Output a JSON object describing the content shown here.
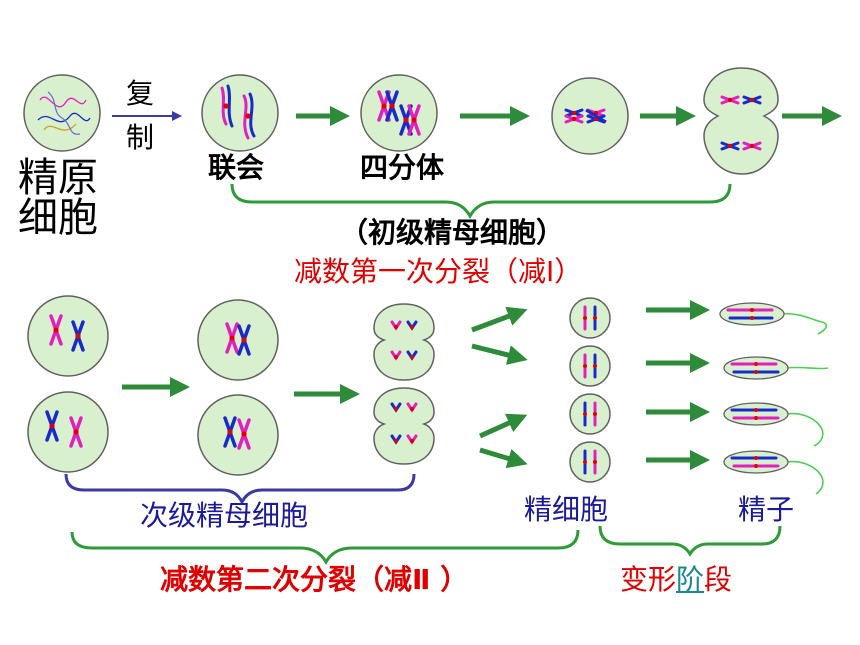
{
  "labels": {
    "replicate_top": "复",
    "replicate_bottom": "制",
    "spermatogonium_1": "精原",
    "spermatogonium_2": "细胞",
    "synapsis": "联会",
    "tetrad": "四分体",
    "primary_spermatocyte": "（初级精母细胞）",
    "meiosis1": "减数第一次分裂（减Ⅰ）",
    "secondary_spermatocyte": "次级精母细胞",
    "spermatid": "精细胞",
    "sperm": "精子",
    "meiosis2": "减数第二次分裂（减Ⅱ ）",
    "transform_1": "变形",
    "transform_2": "阶",
    "transform_3": "段"
  },
  "colors": {
    "cell_fill": "#d9f0cf",
    "cell_stroke": "#606060",
    "arrow": "#2e8b3a",
    "chrom_pink": "#e020c0",
    "chrom_blue": "#1a2ac8",
    "centromere": "#e00000",
    "brace_green": "#2e9a3a",
    "brace_navy": "#3a3aa0",
    "tail": "#50d050",
    "replicate_arrow": "#3a3aa0"
  }
}
